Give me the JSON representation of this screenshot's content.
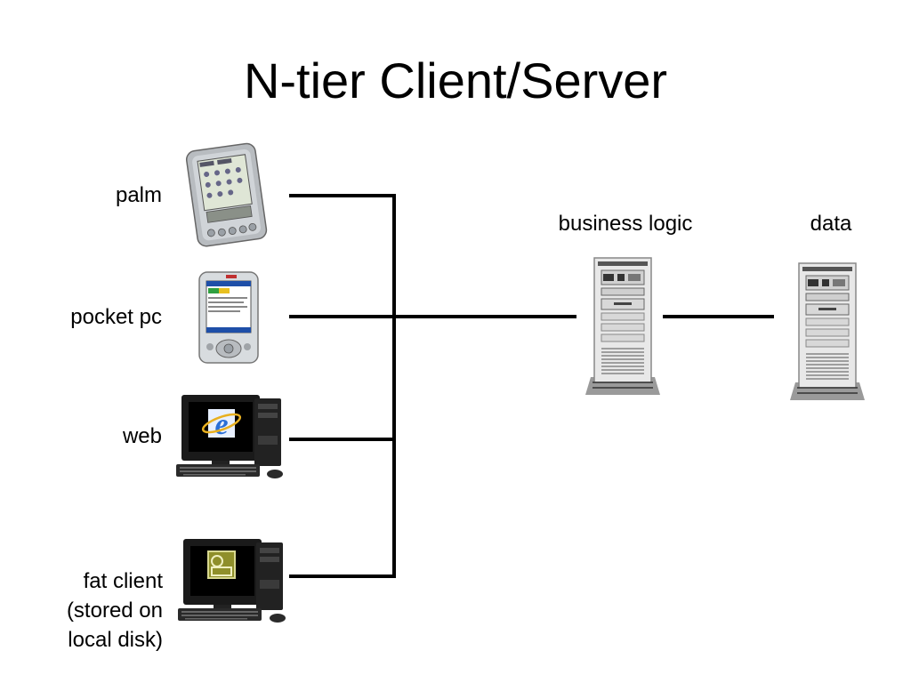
{
  "title": "N-tier Client/Server",
  "clients": {
    "palm": "palm",
    "pocket_pc": "pocket pc",
    "web": "web",
    "fat_client": [
      "fat client",
      "(stored on",
      "local disk)"
    ]
  },
  "tiers": {
    "business_logic": "business logic",
    "data": "data"
  },
  "colors": {
    "line": "#000000",
    "server_body": "#e8e8e8",
    "ie_blue": "#2a6fd6",
    "fat_client_icon": "#8f8f2a"
  }
}
